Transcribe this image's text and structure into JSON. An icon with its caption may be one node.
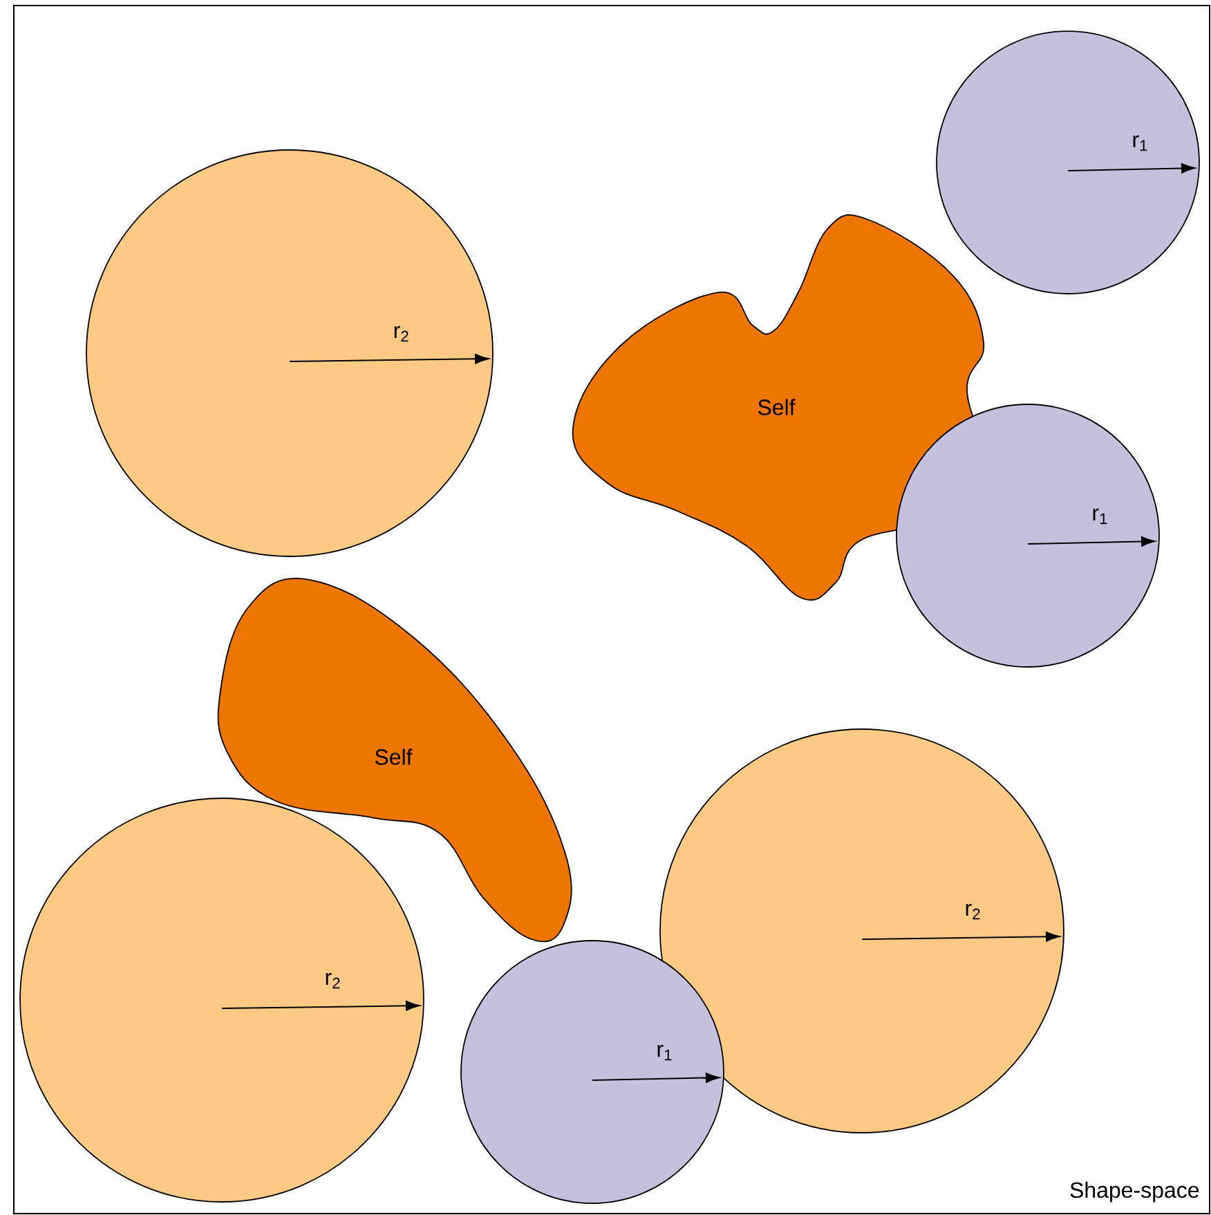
{
  "diagram": {
    "nodes": [
      {
        "text": [
          "Shape-space"
        ]
      },
      {
        "text": [
          "r$_{1}$"
        ],
        "in": 0
      },
      {
        "text": [
          "r$_{2}$"
        ],
        "in": 0
      },
      {
        "text": [
          "Self"
        ],
        "in": 0
      },
      {
        "text": [
          "r$_{1}$"
        ],
        "in": 0
      },
      {
        "text": [
          "Self"
        ],
        "in": 0
      },
      {
        "text": [
          "r$_{2}$"
        ],
        "in": 0
      },
      {
        "text": [
          "r$_{2}$"
        ],
        "in": 0
      },
      {
        "text": [
          "r$_{1}$"
        ],
        "in": 0
      }
    ]
  }
}
